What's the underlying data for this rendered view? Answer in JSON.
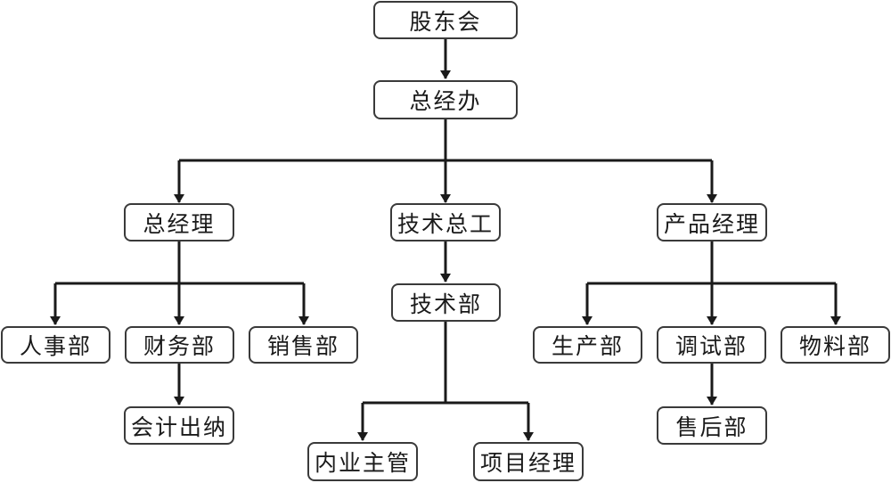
{
  "chart": {
    "line_color": "#1a1a1a",
    "nodes": {
      "shareholders": "股东会",
      "gm_office": "总经办",
      "general_manager": "总经理",
      "chief_engineer": "技术总工",
      "product_manager": "产品经理",
      "hr": "人事部",
      "finance": "财务部",
      "sales": "销售部",
      "tech_dept": "技术部",
      "production": "生产部",
      "debugging": "调试部",
      "materials": "物料部",
      "accountant_cashier": "会计出纳",
      "internal_supervisor": "内业主管",
      "project_manager": "项目经理",
      "after_sales": "售后部"
    }
  }
}
